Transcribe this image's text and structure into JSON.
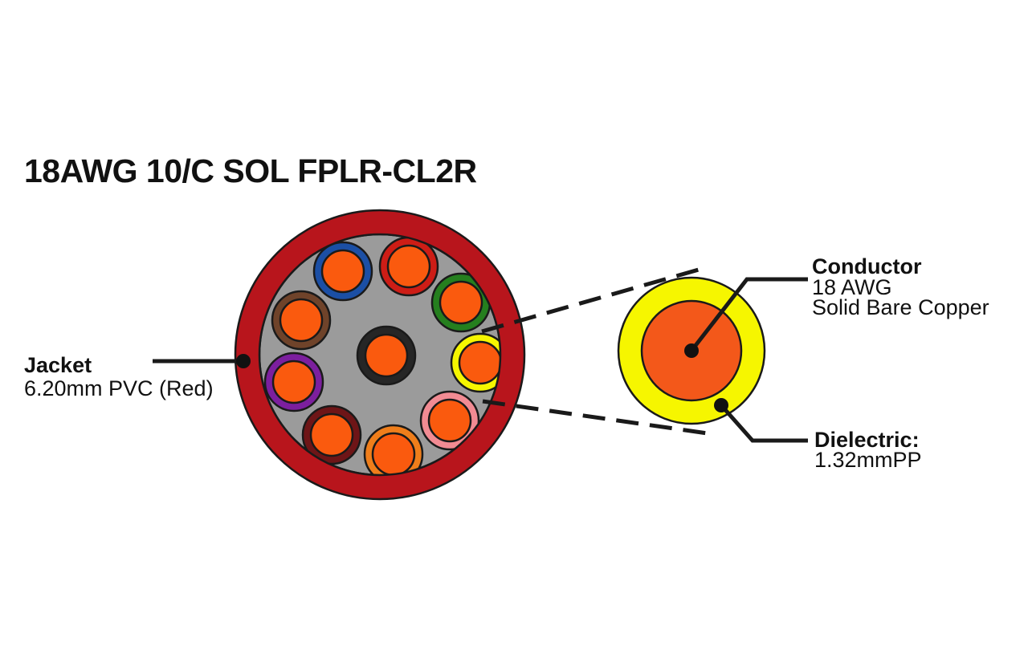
{
  "title": "18AWG 10/C SOL FPLR-CL2R",
  "colors": {
    "jacket": "#b8151c",
    "filler": "#9b9b9b",
    "copper": "#fa5a0e",
    "detail_dielectric": "#f6f600",
    "detail_conductor": "#f3581a"
  },
  "cable": {
    "conductor_count": "10",
    "conductors": [
      {
        "position": "center",
        "insulation": "black",
        "color": "#262626"
      },
      {
        "position": "ring-1",
        "insulation": "blue",
        "color": "#1b4fa5"
      },
      {
        "position": "ring-2",
        "insulation": "red",
        "color": "#cd1d16"
      },
      {
        "position": "ring-3",
        "insulation": "green",
        "color": "#257f1e"
      },
      {
        "position": "ring-4",
        "insulation": "yellow",
        "color": "#f6f600"
      },
      {
        "position": "ring-5",
        "insulation": "pink",
        "color": "#f28b93"
      },
      {
        "position": "ring-6",
        "insulation": "orange",
        "color": "#ef7e1b"
      },
      {
        "position": "ring-7",
        "insulation": "maroon",
        "color": "#6e1517"
      },
      {
        "position": "ring-8",
        "insulation": "purple",
        "color": "#7c1f9e"
      },
      {
        "position": "ring-9",
        "insulation": "brown",
        "color": "#6f432a"
      }
    ]
  },
  "labels": {
    "jacket": {
      "title": "Jacket",
      "detail": "6.20mm PVC (Red)"
    },
    "conductor": {
      "title": "Conductor",
      "line1": "18 AWG",
      "line2": "Solid Bare Copper"
    },
    "dielectric": {
      "title": "Dielectric:",
      "detail": "1.32mmPP"
    }
  }
}
